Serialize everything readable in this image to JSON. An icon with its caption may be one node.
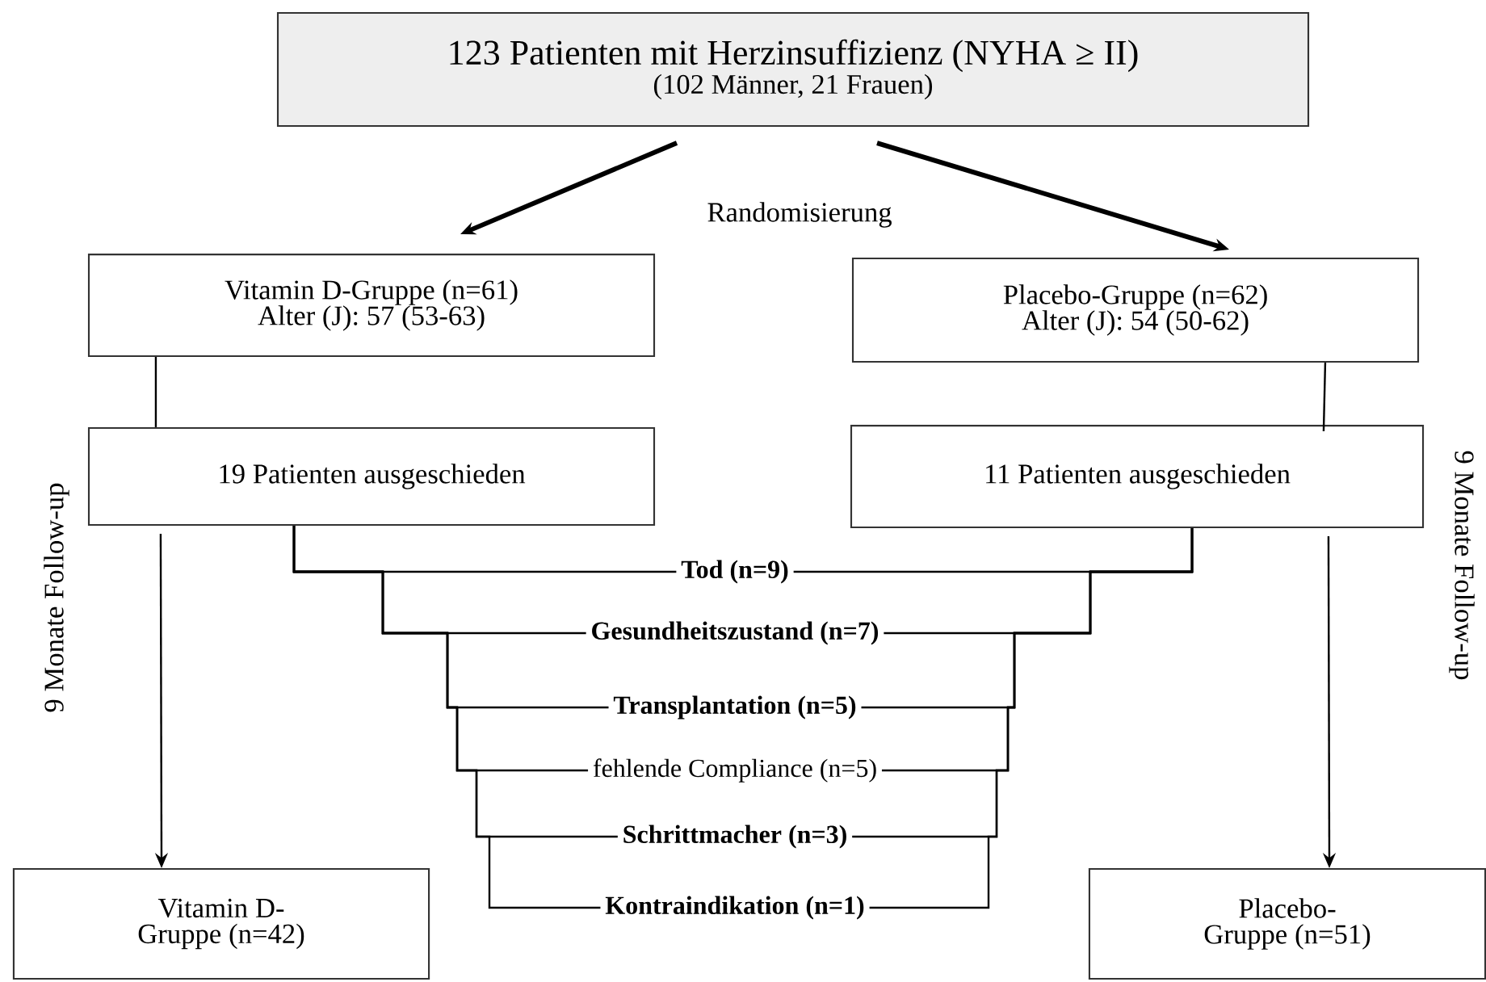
{
  "diagram": {
    "nodes": [
      {
        "text": [
          "123 Patienten mit Herzinsuffizienz (NYHA ≥ II)",
          "(102 Männer, 21 Frauen)"
        ]
      },
      {
        "text": [
          "Vitamin D-Gruppe (n=61)",
          "Alter (J): 57 (53-63)"
        ]
      },
      {
        "text": [
          "Placebo-Gruppe (n=62)",
          "Alter (J): 54 (50-62)"
        ]
      },
      {
        "text": [
          "19 Patienten ausgeschieden"
        ]
      },
      {
        "text": [
          "11 Patienten ausgeschieden"
        ]
      },
      {
        "text": [
          "Tod (n=9)"
        ]
      },
      {
        "text": [
          "Gesundheitszustand (n=7)"
        ]
      },
      {
        "text": [
          "Transplantation (n=5)"
        ]
      },
      {
        "text": [
          "fehlende Compliance (n=5)"
        ]
      },
      {
        "text": [
          "Schrittmacher (n=3)"
        ]
      },
      {
        "text": [
          "Kontraindikation (n=1)"
        ]
      },
      {
        "text": [
          "Vitamin D-Gruppe (n=42)"
        ]
      },
      {
        "text": [
          "Placebo-Gruppe (n=51)"
        ]
      }
    ],
    "edges": [
      {
        "from": 0,
        "to": 1,
        "arrow": "to",
        "style": "thick"
      },
      {
        "from": 0,
        "to": 2,
        "arrow": "to",
        "style": "thick"
      },
      {
        "from": 1,
        "to": 3,
        "arrow": "none"
      },
      {
        "from": 2,
        "to": 4,
        "arrow": "none"
      },
      {
        "from": 3,
        "to": 11,
        "arrow": "to"
      },
      {
        "from": 4,
        "to": 12,
        "arrow": "to"
      },
      {
        "from": 3,
        "to": 5,
        "arrow": "none"
      },
      {
        "from": 3,
        "to": 6,
        "arrow": "none"
      },
      {
        "from": 3,
        "to": 7,
        "arrow": "none"
      },
      {
        "from": 3,
        "to": 8,
        "arrow": "none"
      },
      {
        "from": 3,
        "to": 9,
        "arrow": "none"
      },
      {
        "from": 3,
        "to": 10,
        "arrow": "none"
      },
      {
        "from": 4,
        "to": 5,
        "arrow": "none"
      },
      {
        "from": 4,
        "to": 6,
        "arrow": "none"
      },
      {
        "from": 4,
        "to": 7,
        "arrow": "none"
      },
      {
        "from": 4,
        "to": 8,
        "arrow": "none"
      },
      {
        "from": 4,
        "to": 9,
        "arrow": "none"
      },
      {
        "from": 4,
        "to": 10,
        "arrow": "none"
      }
    ],
    "labels": [
      "Randomisierung",
      "9 Monate Follow-up",
      "9 Monate Follow-up"
    ]
  }
}
